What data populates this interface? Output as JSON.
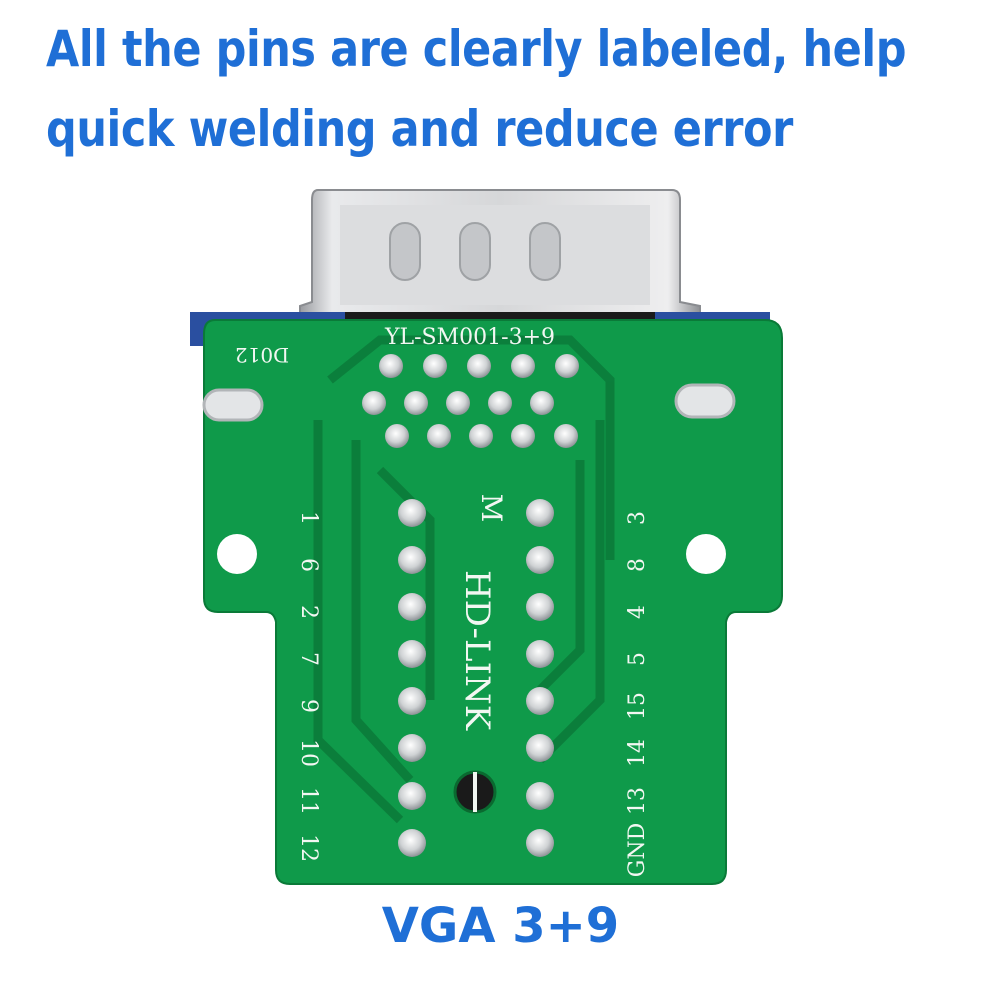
{
  "headline": {
    "line1": "All the pins are clearly labeled, help",
    "line2": "quick welding and reduce error"
  },
  "caption": "VGA 3+9",
  "board": {
    "model": "YL-SM001-3+9",
    "code": "D012",
    "brand": "HD-LINK",
    "marker": "M",
    "left_pins": [
      "1",
      "6",
      "2",
      "7",
      "9",
      "10",
      "11",
      "12"
    ],
    "right_pins": [
      "3",
      "8",
      "4",
      "5",
      "15",
      "14",
      "13",
      "GND"
    ]
  },
  "colors": {
    "text_blue": "#1f6fd6",
    "pcb_green": "#0f9a4a",
    "pcb_dark": "#0b7a39",
    "connector_metal": "#d9dadc",
    "board_blue": "#2a4fa0"
  }
}
